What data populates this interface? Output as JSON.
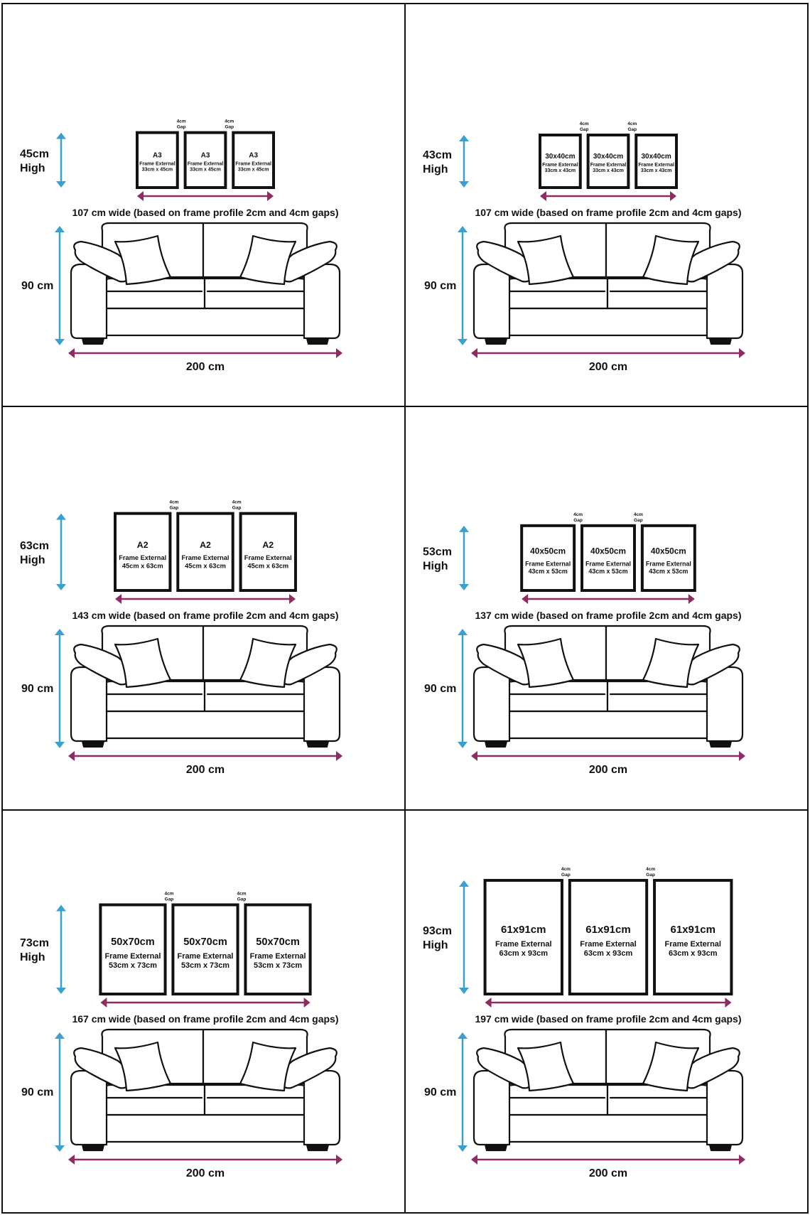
{
  "colors": {
    "height_arrow": "#3aa0cf",
    "width_arrow": "#8e2b62",
    "line": "#111111"
  },
  "gap_label": [
    "4cm",
    "Gap"
  ],
  "panels": [
    {
      "height_label": [
        "45cm",
        "High"
      ],
      "frame_title": "A3",
      "frame_sub": "Frame External",
      "frame_dims": "33cm x 45cm",
      "group_width_label": "107 cm wide (based on frame profile 2cm and 4cm gaps)",
      "sofa_height_label": "90 cm",
      "sofa_width_label": "200 cm",
      "frame_w_cm": 33,
      "frame_h_cm": 45
    },
    {
      "height_label": [
        "43cm",
        "High"
      ],
      "frame_title": "30x40cm",
      "frame_sub": "Frame External",
      "frame_dims": "33cm x 43cm",
      "group_width_label": "107 cm wide (based on frame profile 2cm and 4cm gaps)",
      "sofa_height_label": "90 cm",
      "sofa_width_label": "200 cm",
      "frame_w_cm": 33,
      "frame_h_cm": 43
    },
    {
      "height_label": [
        "63cm",
        "High"
      ],
      "frame_title": "A2",
      "frame_sub": "Frame External",
      "frame_dims": "45cm x 63cm",
      "group_width_label": "143 cm wide (based on frame profile 2cm and 4cm gaps)",
      "sofa_height_label": "90 cm",
      "sofa_width_label": "200 cm",
      "frame_w_cm": 45,
      "frame_h_cm": 63
    },
    {
      "height_label": [
        "53cm",
        "High"
      ],
      "frame_title": "40x50cm",
      "frame_sub": "Frame External",
      "frame_dims": "43cm x 53cm",
      "group_width_label": "137 cm wide (based on frame profile 2cm and 4cm gaps)",
      "sofa_height_label": "90 cm",
      "sofa_width_label": "200 cm",
      "frame_w_cm": 43,
      "frame_h_cm": 53
    },
    {
      "height_label": [
        "73cm",
        "High"
      ],
      "frame_title": "50x70cm",
      "frame_sub": "Frame External",
      "frame_dims": "53cm x 73cm",
      "group_width_label": "167 cm wide (based on frame profile 2cm and 4cm gaps)",
      "sofa_height_label": "90 cm",
      "sofa_width_label": "200 cm",
      "frame_w_cm": 53,
      "frame_h_cm": 73
    },
    {
      "height_label": [
        "93cm",
        "High"
      ],
      "frame_title": "61x91cm",
      "frame_sub": "Frame External",
      "frame_dims": "63cm x 93cm",
      "group_width_label": "197 cm wide (based on frame profile 2cm and 4cm gaps)",
      "sofa_height_label": "90 cm",
      "sofa_width_label": "200 cm",
      "frame_w_cm": 63,
      "frame_h_cm": 93
    }
  ]
}
